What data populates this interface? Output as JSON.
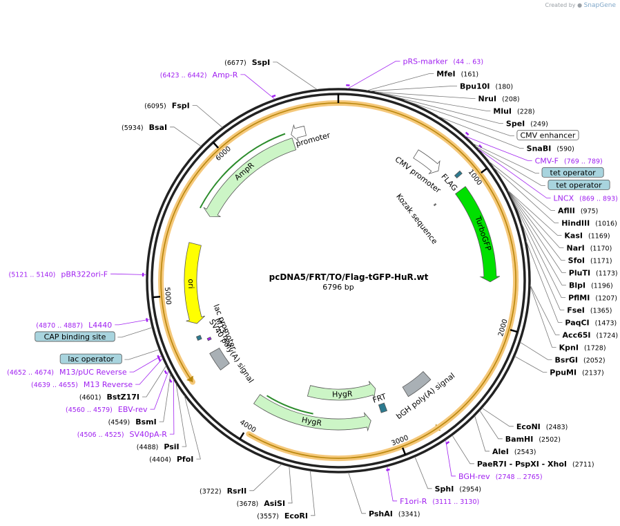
{
  "credit": {
    "prefix": "Created by",
    "brand": "SnapGene"
  },
  "map": {
    "name": "pcDNA5/FRT/TO/Flag-tGFP-HuR.wt",
    "size_label": "6796 bp",
    "length": 6796
  },
  "ticks": [
    {
      "bp": 1000,
      "label": "1000"
    },
    {
      "bp": 2000,
      "label": "2000"
    },
    {
      "bp": 3000,
      "label": "3000"
    },
    {
      "bp": 4000,
      "label": "4000"
    },
    {
      "bp": 5000,
      "label": "5000"
    },
    {
      "bp": 6000,
      "label": "6000"
    }
  ],
  "features": [
    {
      "name": "AmpR promoter",
      "label": "AmpR promoter",
      "type": "promoter",
      "start": 6560,
      "end": 6458,
      "color": "#ffffff"
    },
    {
      "name": "AmpR",
      "label": "AmpR",
      "type": "cds",
      "start": 6457,
      "end": 5597,
      "color": "#ccf5c6"
    },
    {
      "name": "ori",
      "label": "ori",
      "type": "rep",
      "start": 5368,
      "end": 4779,
      "color": "#ffff00"
    },
    {
      "name": "CMV promoter",
      "label": "CMV promoter",
      "type": "promoter",
      "start": 595,
      "end": 800,
      "color": "#ffffff"
    },
    {
      "name": "FLAG",
      "label": "FLAG",
      "type": "tag",
      "start": 905,
      "end": 928,
      "color": "#2c7a8f"
    },
    {
      "name": "TurboGFP",
      "label": "TurboGFP",
      "type": "cds",
      "start": 1010,
      "end": 1708,
      "color": "#00e000"
    },
    {
      "name": "bGH poly(A) signal",
      "label": "bGH poly(A) signal",
      "type": "polyA",
      "start": 2585,
      "end": 2810,
      "color": "#a9b0b5"
    },
    {
      "name": "FRT",
      "label": "FRT",
      "type": "frt",
      "start": 3010,
      "end": 3058,
      "color": "#2c7a8f"
    },
    {
      "name": "HygR",
      "label": "HygR",
      "type": "cds",
      "start": 3680,
      "end": 3040,
      "color": "#ccf5c6"
    },
    {
      "name": "HygR",
      "label": "HygR",
      "type": "cds",
      "start": 4050,
      "end": 3150,
      "color": "#ccf5c6"
    },
    {
      "name": "SV40 poly(A) signal",
      "label": "SV40 poly(A) signal",
      "type": "polyA",
      "start": 4395,
      "end": 4540,
      "color": "#a9b0b5"
    },
    {
      "name": "lac promoter",
      "label": "lac promoter",
      "type": "promoter",
      "start": 4662,
      "end": 4690,
      "color": "#2c7a8f"
    },
    {
      "name": "M13 rev",
      "label": "M13 rev",
      "type": "primer",
      "start": 4630,
      "end": 4648,
      "color": "#a020f0"
    },
    {
      "name": "Kozak sequence",
      "label": "Kozak sequence",
      "type": "misc",
      "start": 975,
      "end": 984,
      "color": "#9a9a9a"
    }
  ],
  "outer_arcs": [
    {
      "start": 1080,
      "end": 2780,
      "color": "#f5c87a",
      "arrow": "cw"
    },
    {
      "start": 3970,
      "end": 4440,
      "color": "#f5c87a",
      "arrow": "ccw"
    }
  ],
  "enzymes": [
    {
      "name": "SspI",
      "pos": "(6677)",
      "bp": 6677
    },
    {
      "name": "MfeI",
      "pos": "(161)",
      "bp": 161
    },
    {
      "name": "Bpu10I",
      "pos": "(180)",
      "bp": 180
    },
    {
      "name": "NruI",
      "pos": "(208)",
      "bp": 208
    },
    {
      "name": "MluI",
      "pos": "(228)",
      "bp": 228
    },
    {
      "name": "SpeI",
      "pos": "(249)",
      "bp": 249
    },
    {
      "name": "SnaBI",
      "pos": "(590)",
      "bp": 590
    },
    {
      "name": "AflII",
      "pos": "(975)",
      "bp": 975
    },
    {
      "name": "HindIII",
      "pos": "(1016)",
      "bp": 1016
    },
    {
      "name": "KasI",
      "pos": "(1169)",
      "bp": 1169
    },
    {
      "name": "NarI",
      "pos": "(1170)",
      "bp": 1170
    },
    {
      "name": "SfoI",
      "pos": "(1171)",
      "bp": 1171
    },
    {
      "name": "PluTI",
      "pos": "(1173)",
      "bp": 1173
    },
    {
      "name": "BlpI",
      "pos": "(1196)",
      "bp": 1196
    },
    {
      "name": "PflMI",
      "pos": "(1207)",
      "bp": 1207
    },
    {
      "name": "FseI",
      "pos": "(1365)",
      "bp": 1365
    },
    {
      "name": "PaqCI",
      "pos": "(1473)",
      "bp": 1473
    },
    {
      "name": "Acc65I",
      "pos": "(1724)",
      "bp": 1724
    },
    {
      "name": "KpnI",
      "pos": "(1728)",
      "bp": 1728
    },
    {
      "name": "BsrGI",
      "pos": "(2052)",
      "bp": 2052
    },
    {
      "name": "PpuMI",
      "pos": "(2137)",
      "bp": 2137
    },
    {
      "name": "EcoNI",
      "pos": "(2483)",
      "bp": 2483
    },
    {
      "name": "BamHI",
      "pos": "(2502)",
      "bp": 2502
    },
    {
      "name": "AleI",
      "pos": "(2543)",
      "bp": 2543
    },
    {
      "name": "PaeR7I  - PspXI  - XhoI",
      "pos": "(2711)",
      "bp": 2711
    },
    {
      "name": "SphI",
      "pos": "(2954)",
      "bp": 2954
    },
    {
      "name": "PshAI",
      "pos": "(3341)",
      "bp": 3341
    },
    {
      "name": "EcoRI",
      "pos": "(3557)",
      "bp": 3557
    },
    {
      "name": "AsiSI",
      "pos": "(3678)",
      "bp": 3678
    },
    {
      "name": "RsrII",
      "pos": "(3722)",
      "bp": 3722
    },
    {
      "name": "PfoI",
      "pos": "(4404)",
      "bp": 4404
    },
    {
      "name": "PsiI",
      "pos": "(4488)",
      "bp": 4488
    },
    {
      "name": "BsmI",
      "pos": "(4549)",
      "bp": 4549
    },
    {
      "name": "BstZ17I",
      "pos": "(4601)",
      "bp": 4601
    },
    {
      "name": "BsaI",
      "pos": "(5934)",
      "bp": 5934
    },
    {
      "name": "FspI",
      "pos": "(6095)",
      "bp": 6095
    }
  ],
  "primers": [
    {
      "name": "pRS-marker",
      "pos": "(44 .. 63)",
      "bp": 53
    },
    {
      "name": "Amp-R",
      "pos": "(6423 .. 6442)",
      "bp": 6432
    },
    {
      "name": "CMV-F",
      "pos": "(769 .. 789)",
      "bp": 779
    },
    {
      "name": "LNCX",
      "pos": "(869 .. 893)",
      "bp": 881
    },
    {
      "name": "pBR322ori-F",
      "pos": "(5121 .. 5140)",
      "bp": 5130
    },
    {
      "name": "L4440",
      "pos": "(4870 .. 4887)",
      "bp": 4878
    },
    {
      "name": "M13/pUC Reverse",
      "pos": "(4652 .. 4674)",
      "bp": 4663
    },
    {
      "name": "M13 Reverse",
      "pos": "(4639 .. 4655)",
      "bp": 4647
    },
    {
      "name": "EBV-rev",
      "pos": "(4560 .. 4579)",
      "bp": 4570
    },
    {
      "name": "SV40pA-R",
      "pos": "(4506 .. 4525)",
      "bp": 4515
    },
    {
      "name": "BGH-rev",
      "pos": "(2748 .. 2765)",
      "bp": 2756
    },
    {
      "name": "F1ori-R",
      "pos": "(3111 .. 3130)",
      "bp": 3120
    }
  ],
  "boxed_labels": [
    {
      "name": "CMV enhancer",
      "style": "white",
      "bp": 380
    },
    {
      "name": "tet operator",
      "style": "teal",
      "bp": 840
    },
    {
      "name": "tet operator",
      "style": "teal",
      "bp": 862
    },
    {
      "name": "CAP binding site",
      "style": "teal",
      "bp": 4830
    },
    {
      "name": "lac operator",
      "style": "teal",
      "bp": 4700
    }
  ]
}
